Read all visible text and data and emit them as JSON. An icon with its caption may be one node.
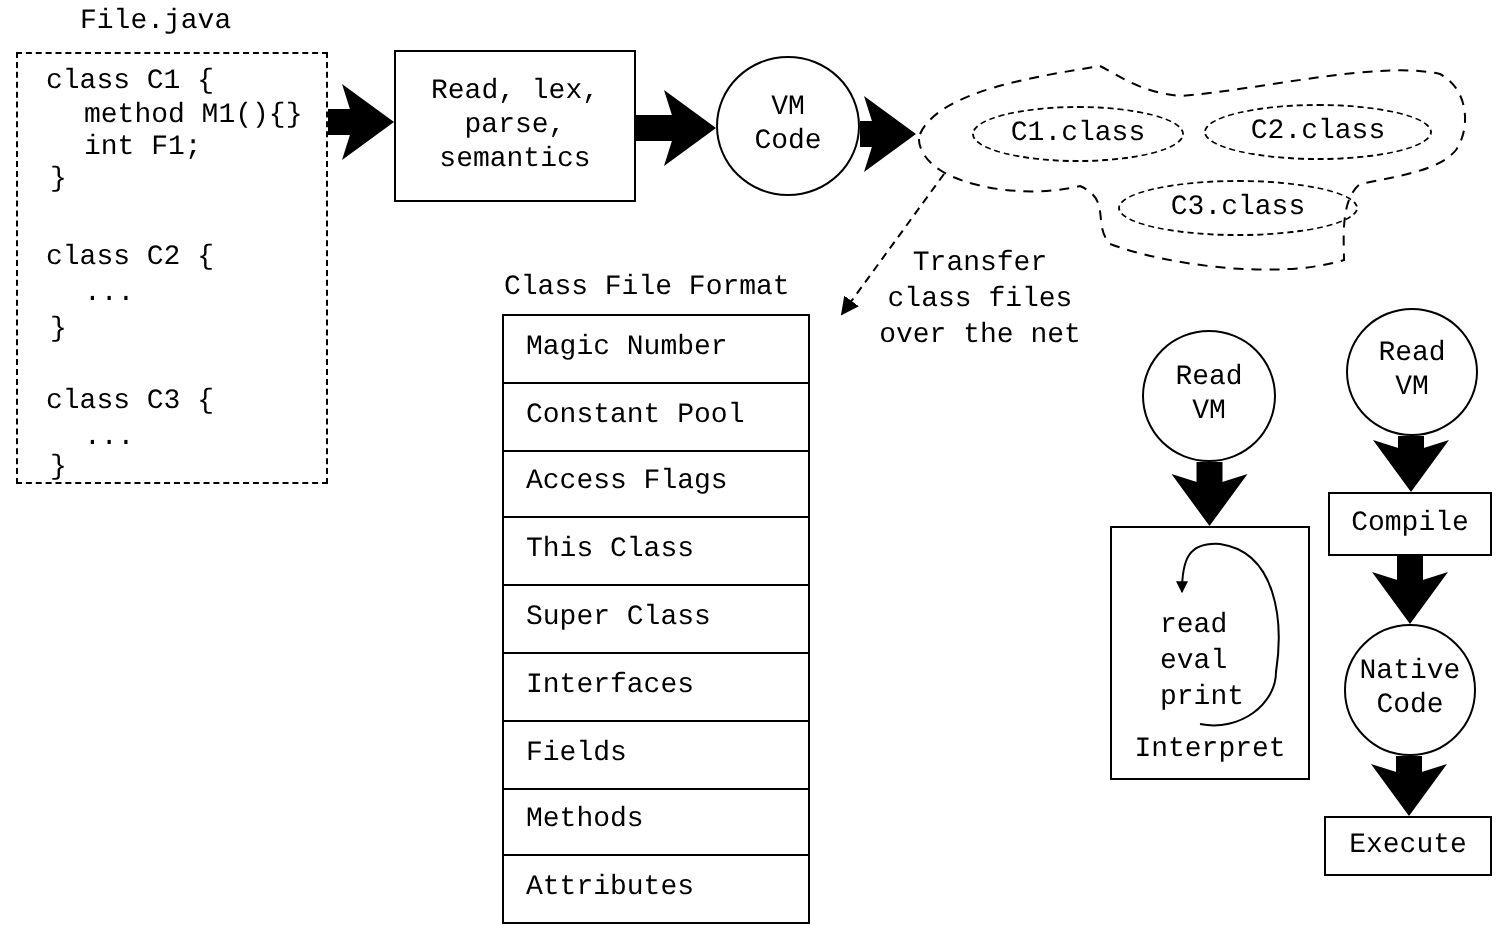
{
  "diagram": {
    "nodes": [
      {
        "text": [
          "File.java",
          "class C1 {",
          "method M1(){}",
          "int F1;",
          "}",
          "class C2 {",
          "...",
          "}",
          "class C3 {",
          "...",
          "}"
        ]
      },
      {
        "text": [
          "Read, lex, parse, semantics"
        ]
      },
      {
        "text": [
          "VM Code"
        ]
      },
      {
        "text": [],
        "shape": "cloud"
      },
      {
        "text": [
          "C1.class"
        ],
        "in": 3
      },
      {
        "text": [
          "C2.class"
        ],
        "in": 3
      },
      {
        "text": [
          "C3.class"
        ],
        "in": 3
      },
      {
        "text": [
          "Class File Format"
        ]
      },
      {
        "text": [
          "Magic Number"
        ],
        "in": 7
      },
      {
        "text": [
          "Constant Pool"
        ],
        "in": 7
      },
      {
        "text": [
          "Access Flags"
        ],
        "in": 7
      },
      {
        "text": [
          "This Class"
        ],
        "in": 7
      },
      {
        "text": [
          "Super Class"
        ],
        "in": 7
      },
      {
        "text": [
          "Interfaces"
        ],
        "in": 7
      },
      {
        "text": [
          "Fields"
        ],
        "in": 7
      },
      {
        "text": [
          "Methods"
        ],
        "in": 7
      },
      {
        "text": [
          "Attributes"
        ],
        "in": 7
      },
      {
        "text": [
          "Read VM"
        ]
      },
      {
        "text": [
          "read eval print",
          "Interpret"
        ]
      },
      {
        "text": [
          "Read VM"
        ]
      },
      {
        "text": [
          "Compile"
        ]
      },
      {
        "text": [
          "Native Code"
        ]
      },
      {
        "text": [
          "Execute"
        ]
      }
    ],
    "edges": [
      {
        "from": 0,
        "to": 1,
        "arrow": "to"
      },
      {
        "from": 1,
        "to": 2,
        "arrow": "to"
      },
      {
        "from": 2,
        "to": 3,
        "arrow": "to"
      },
      {
        "from": 3,
        "to": 7,
        "arrow": "to",
        "style": "dashed",
        "label": "Transfer class files over the net"
      },
      {
        "from": 17,
        "to": 18,
        "arrow": "to"
      },
      {
        "from": 19,
        "to": 20,
        "arrow": "to"
      },
      {
        "from": 20,
        "to": 21,
        "arrow": "to"
      },
      {
        "from": 21,
        "to": 22,
        "arrow": "to"
      }
    ]
  }
}
